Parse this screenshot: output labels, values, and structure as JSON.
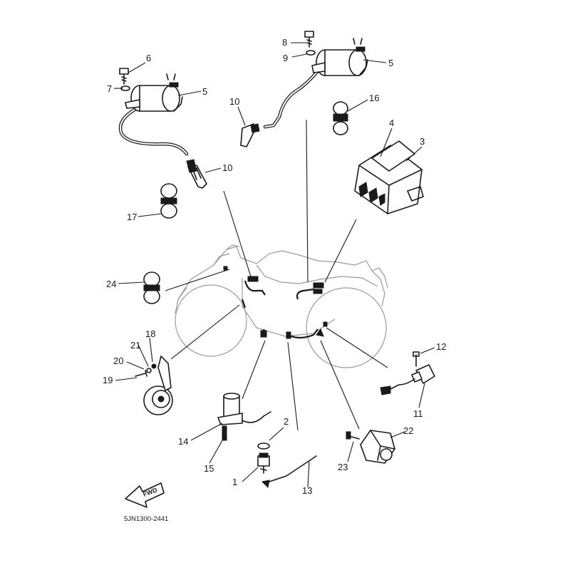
{
  "diagram_code": "5JN1300-2441",
  "fwd_label": "FWD",
  "callouts": {
    "c1": "1",
    "c2": "2",
    "c3": "3",
    "c4": "4",
    "c5a": "5",
    "c5b": "5",
    "c6": "6",
    "c7": "7",
    "c8": "8",
    "c9": "9",
    "c10a": "10",
    "c10b": "10",
    "c11": "11",
    "c12": "12",
    "c13": "13",
    "c14": "14",
    "c15": "15",
    "c16": "16",
    "c17": "17",
    "c18": "18",
    "c19": "19",
    "c20": "20",
    "c21": "21",
    "c22": "22",
    "c23": "23",
    "c24": "24"
  }
}
